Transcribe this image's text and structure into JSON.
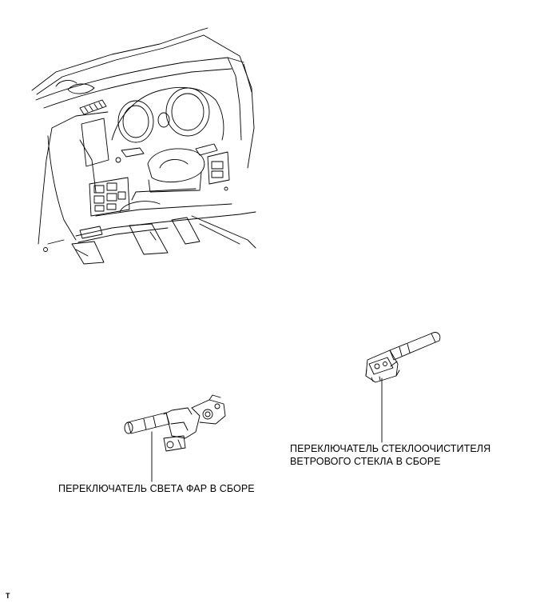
{
  "labels": {
    "headlight_switch": "ПЕРЕКЛЮЧАТЕЛЬ СВЕТА ФАР В СБОРЕ",
    "wiper_switch_line1": "ПЕРЕКЛЮЧАТЕЛЬ СТЕКЛООЧИСТИТЕЛЯ",
    "wiper_switch_line2": "ВЕТРОВОГО СТЕКЛА В СБОРЕ"
  },
  "corner_mark": "T",
  "colors": {
    "line": "#000000",
    "background": "#ffffff"
  }
}
